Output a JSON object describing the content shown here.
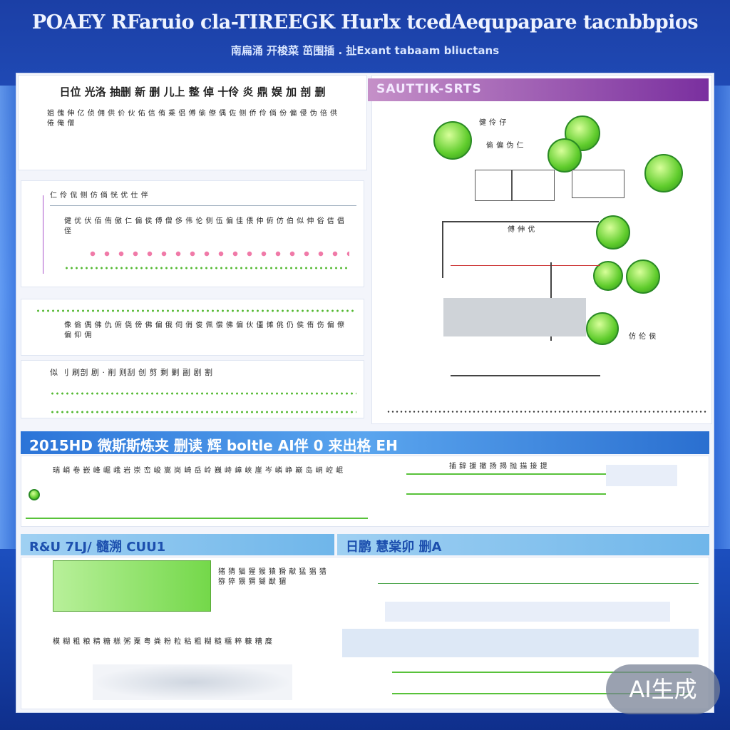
{
  "title": "POAEY RFaruio cla-TIREEGK Hurlx tcedAequpapare tacnbbpios",
  "subtitle": "南扁涌 开梭菜 茁围插 . 扯Exant tabaam bliuctans",
  "left_top": {
    "heading": "日位 光洛 抽删 新 删 儿上 整 倬 十伶 炎 鼎 娱 加 剖 删",
    "paragraph": "姐 傀 伸 亿 侦 佣 供 价 伙 佑 信 侑 乘 侣 傅 偷 僚 偶 佐 侧 侨 伶 倘 份 偏 侵 伪 倍 供 倦 俺 僧"
  },
  "left_chart": {
    "legend_text": "仁 伶 侃 侧 仿 倘 恍 优 仕 伴",
    "paragraph": "健 优 伏 佰 侑 傲 仁 偏 侯 傅 僧 侈 伟 伦 侧 伍 偏 佳 偎 仲 俯 仿 伯 似 伸 俗 佶 倡 侄"
  },
  "left_mid": {
    "paragraph": "像 偷 偶 佛 仇 俯 侥 傍 佛 偏 俄 伺 俏 俊 佩 偿 佛 偏 伙 僵 傩 佻 仍 侯 侑 伤 偏 僚 偏 仰 佣"
  },
  "left_row": {
    "text": "似 刂 刷剖 剧 · 削 则刮 创 剪 剩 剿 副 剧 割"
  },
  "results": {
    "header": "SAUTTIK-SRTS",
    "notes": [
      "健 伶 仔",
      "偷 偏 伪 仁",
      "傅 伸 优",
      "仿 伦 侯"
    ]
  },
  "section2": {
    "header": "2015HD 微斯斯炼夹 删读 辉 boltle AI伴 0 来出格 ЕН",
    "paragraph": "瑞 峭 卷 嵌 峰 崛 峨 岩 崇 峦 峻 嵩 岗 崎 岳 岭 巍 峙 嶂 峡 崖 岑 嶙 峥 巅 岛 峒 崆 岷",
    "flow_text": "插 辞 援 撤 扬 揭 抛 描 接 提"
  },
  "section3": {
    "left_header": "R&U 7LJ/ 髓溯 CUU1",
    "right_header": "日鹏 慧棠卯 删A",
    "paragraph": "猪 猜 猫 猩 猴 猿 猾 献 猛 猖 猎 猕 猝 猥 猬 猢 猷 猸",
    "caption": "模 糊 粗 粮 精 糖 糕 粥 粟 粤 粪 粉 粒 粘 粗 糊 糙 糯 粹 糠 糟 糜"
  },
  "ai_badge": "AI生成"
}
